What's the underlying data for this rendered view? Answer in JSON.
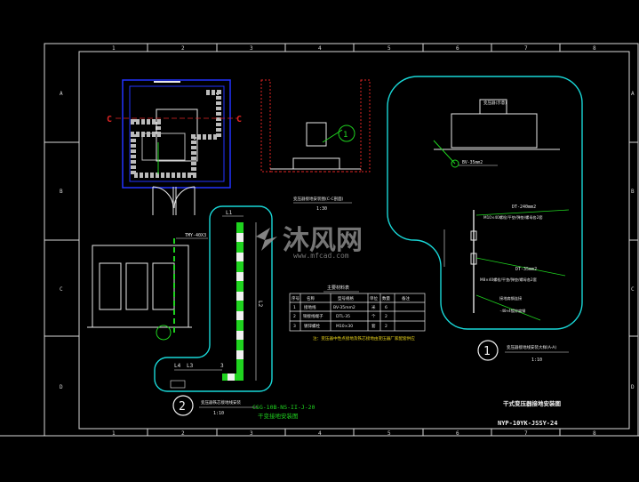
{
  "colors": {
    "background": "#000000",
    "frame": "#d8d8d8",
    "cyan": "#19d7d7",
    "green": "#1fd31f",
    "blue": "#2233ff",
    "yellow": "#e8d21a",
    "red": "#e02424",
    "white": "#f0f0f0",
    "watermark": "#8a8a8a"
  },
  "border": {
    "col_marks": [
      "1",
      "2",
      "3",
      "4",
      "5",
      "6",
      "7",
      "8"
    ],
    "row_marks": [
      "A",
      "B",
      "C",
      "D"
    ]
  },
  "plan_view": {
    "section_mark_left": "C",
    "section_mark_right": "C"
  },
  "section_view": {
    "title": "变压器接地安装图(C-C剖面)",
    "scale": "1:30",
    "detail_no": "1"
  },
  "detail_1": {
    "transformer_label": "变压器(示意)",
    "wire_label_top": "BV-35mm2",
    "wire_1": "DT-240mm2",
    "wire_1_spec": "M10×40螺栓/平垫/弹垫/螺母各2套",
    "wire_2": "DT-35mm2",
    "wire_2_spec": "M8×40螺栓/平垫/弹垫/螺母各2套",
    "wire_3": "接地扁钢连接",
    "wire_3_spec": "-40×4镀锌扁钢",
    "marker": "1",
    "caption": "变压器接地线安装大样(A-A)",
    "scale": "1:10"
  },
  "detail_2": {
    "dim_L1": "L1",
    "dim_L2": "L2",
    "dim_L3": "L3",
    "dim_L4": "L4",
    "tag_3": "3",
    "label_tmy": "TMY-40X3",
    "marker": "2",
    "caption": "变压器铁芯接地线安装",
    "scale": "1:10"
  },
  "table": {
    "title": "主要材料表",
    "headers": [
      "序号",
      "名称",
      "型号规格",
      "单位",
      "数量",
      "备注"
    ],
    "rows": [
      [
        "1",
        "接地线",
        "BV-35mm2",
        "米",
        "6",
        ""
      ],
      [
        "2",
        "铜接线端子",
        "DTL-35",
        "个",
        "2",
        ""
      ],
      [
        "3",
        "镀锌螺栓",
        "M10×30",
        "套",
        "2",
        ""
      ]
    ],
    "note": "注：变压器中性点接地及铁芯接地由变压器厂家配套供应"
  },
  "footer": {
    "drawing_code": "CSG-10B-NS-II-J-20",
    "subtitle": "干变接地安装图",
    "title_right": "干式变压器接地安装图",
    "drawing_no": "NYP-10YK-JSSY-24"
  },
  "watermark": {
    "text": "沐风网",
    "url": "www.mfcad.com"
  }
}
